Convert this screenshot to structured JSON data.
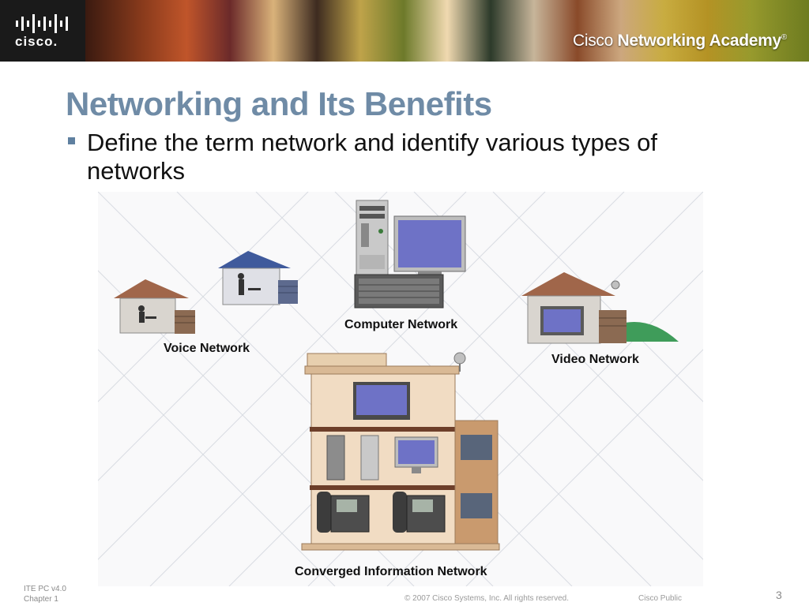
{
  "header": {
    "brand": "cisco.",
    "academy_light": "Cisco ",
    "academy_bold": "Networking Academy",
    "academy_mark": "®"
  },
  "slide": {
    "title": "Networking and Its Benefits",
    "bullet": "Define the term network and identify various types of networks"
  },
  "diagram": {
    "labels": {
      "computer": "Computer Network",
      "voice": "Voice Network",
      "video": "Video Network",
      "converged": "Converged Information Network"
    }
  },
  "footer": {
    "course": "ITE PC v4.0",
    "chapter": "Chapter 1",
    "copyright": "© 2007 Cisco Systems, Inc. All rights reserved.",
    "classification": "Cisco Public",
    "page": "3"
  },
  "colors": {
    "title": "#6f8ba6",
    "bullet_marker": "#5f80a0",
    "building_wall": "#f1dcc3",
    "roof_brown": "#a0664a",
    "roof_blue": "#3f5a9c"
  }
}
